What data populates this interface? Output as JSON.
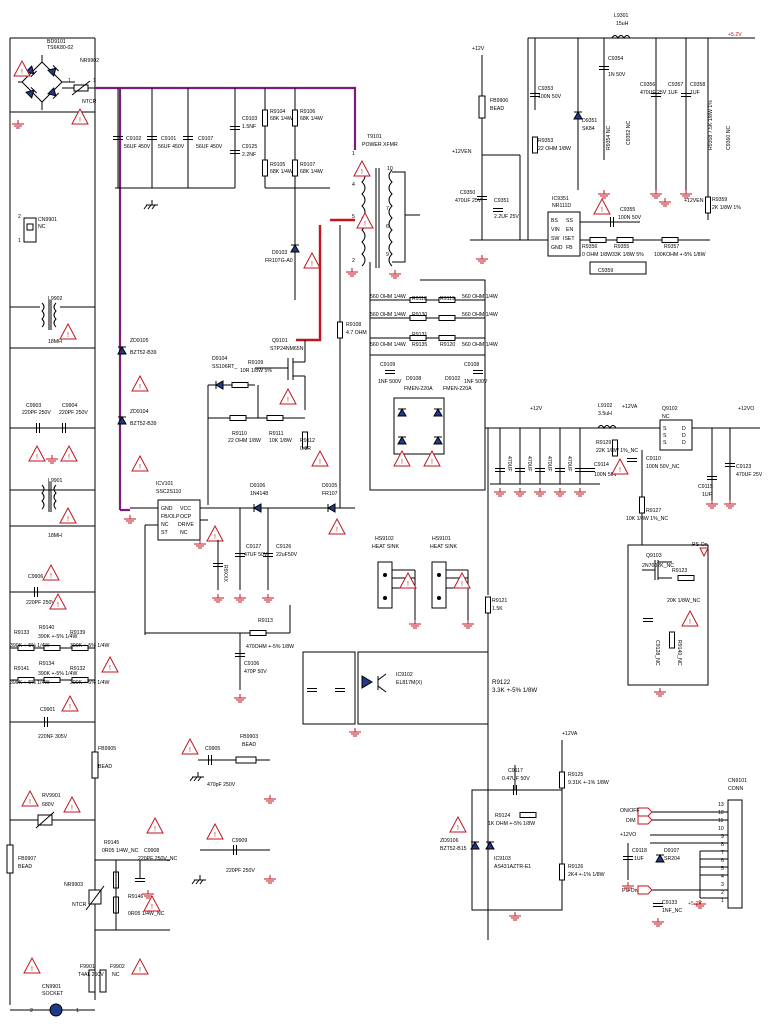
{
  "labels": {
    "bd9101": "BD9101",
    "bd9101_val": "TS6K80-02",
    "nr9902": "NR9902",
    "ntcr": "NTCR",
    "cn9901": "CN9901",
    "nc": "NC",
    "l9902": "L9902",
    "l9902_val": "18MH",
    "c9903": "C9903",
    "c9903_val": "220PF 250V",
    "c9904": "C9904",
    "c9904_val": "220PF 250V",
    "l9901": "L9901",
    "l9901_val": "18MH",
    "c9906": "C9906",
    "c9906_val": "220PF 250V",
    "r9133": "R9133",
    "r9133_val": "390K +-5% 1/4W",
    "r9140": "R9140",
    "r9140_val": "390K +-5% 1/4W",
    "r9139": "R9139",
    "r9139_val": "390K +-5% 1/4W",
    "r9141": "R9141",
    "r9141_val": "390K +-5% 1/4W",
    "r9134": "R9134",
    "r9134_val": "390K +-5% 1/4W",
    "r9132": "R9132",
    "r9132_val": "390K +-5% 1/4W",
    "c9901": "C9901",
    "c9901_val": "220NF 305V",
    "fb9905": "FB9905",
    "fb9905_val": "BEAD",
    "rv9901": "RV9901",
    "rv9901_val": "680V",
    "fb9907": "FB9907",
    "fb9907_val": "BEAD",
    "r9145": "R9145",
    "r9145_val": "0R05 1/4W_NC",
    "c9908": "C9908",
    "c9908_val": "220PF 250V_NC",
    "r9146": "R9146",
    "r9146_val": "0R05 1/4W_NC",
    "nr9903": "NR9903",
    "ntcr2": "NTCR",
    "f9901": "F9901",
    "f9901_val": "T4AL 250V",
    "f9902": "F9902",
    "f9902_val": "NC",
    "cn9901b": "CN9901",
    "cn9901b_val": "SOCKET",
    "c9102": "C9102",
    "c9102_val": "56UF 450V",
    "c9101": "C9101",
    "c9101_val": "56UF 450V",
    "c9107": "C9107",
    "c9107_val": "56UF 450V",
    "c9103": "C9103",
    "c9103_val": "1.5NF",
    "c9125": "C9125",
    "c9125_val": "2.2NF",
    "r9104": "R9104",
    "r9104_val": "68K 1/4W",
    "r9106": "R9106",
    "r9106_val": "68K 1/4W",
    "r9105": "R9105",
    "r9105_val": "68K 1/4W",
    "r9107": "R9107",
    "r9107_val": "68K 1/4W",
    "t9101": "T9101",
    "t9101_val": "POWER XFMR",
    "d9103": "D9103",
    "d9103_val": "FR107G-A0",
    "zd9105": "ZD9105",
    "zd9105_val": "BZT52-B39",
    "zd9104": "ZD9104",
    "zd9104_val": "BZT52-B39",
    "r9108": "R9108",
    "r9108_val": "4.7 OHM",
    "q9101": "Q9101",
    "q9101_val": "STP24NM65N",
    "d9104": "D9104",
    "d9104_val": "SS106RT_",
    "r9109": "R9109",
    "r9109_val": "10R 1/8W 5%",
    "r9110": "R9110",
    "r9110_val": "22 OHM 1/8W",
    "r9111": "R9111",
    "r9111_val": "10K 1/8W",
    "r9112": "R9112",
    "r9112_val": "0.3R",
    "icv101": "ICV101",
    "icv101_val": "SSC2S110",
    "ic_pins": [
      "GND",
      "FB/OLP",
      "NC",
      "ST",
      "VCC",
      "OCP",
      "DRIVE",
      "NC"
    ],
    "d9106": "D9106",
    "d9106_val": "1N4148",
    "d9105": "D9105",
    "d9105_val": "FR107",
    "c9127": "C9127",
    "c9127_val": "47UF 50V",
    "c9126": "C9126",
    "c9126_val": "22uF50V",
    "r9113": "R9113",
    "r9113_val": "470OHM +-5% 1/8W",
    "c9106": "C9106",
    "c9106_val": "470P 50V",
    "hs9102": "HS9102",
    "hs9101": "HS9101",
    "heat_sink": "HEAT SINK",
    "ic9102": "IC9102",
    "ic9102_val": "EL817M(X)",
    "r9122": "R9122",
    "r9122_val": "3.3K +-5% 1/8W",
    "r9121": "R9121",
    "r9121_val": "1.5K",
    "r_560": [
      "R9118",
      "R9130",
      "R9131",
      "R9119",
      "R9135",
      "R9120"
    ],
    "r_560_val": "560 OHM 1/4W",
    "c9109": "C9109",
    "c9109_val": "1NF 500V",
    "c9108": "C9108",
    "c9108_val": "1NF 500V",
    "d9108": "D9108",
    "d9108_val": "FMEN-220A",
    "d9102": "D9102",
    "d9102_val": "FMEN-220A",
    "l9102": "L9102",
    "l9102_val": "3.5uH",
    "r9129": "R9129",
    "r9129_val": "22K 1/8W 1%_NC",
    "c9114": "C9114",
    "c9114_val": "100N 50V",
    "c9110": "C9110",
    "c9110_val": "100N 50V_NC",
    "q9102": "Q9102",
    "q9102_val": "NC",
    "c9115": "C9115",
    "c9115_val": "1UF",
    "c9123": "C9123",
    "c9123_val": "470UF 25V",
    "r9127": "R9127",
    "r9127_val": "10K 1/8W 1%_NC",
    "q9103": "Q9103",
    "q9103_val": "2N7002K_NC",
    "r9123": "R9123",
    "r9123_val": "20K 1/8W_NC",
    "ps_on": "PS-On",
    "r9125": "R9125",
    "r9125_val": "9.31K +-1% 1/8W",
    "r9124": "R9124",
    "r9124_val": "1K OHM +-5% 1/8W",
    "r9126": "R9126",
    "r9126_val": "2K4 +-1% 1/8W",
    "c9117": "C9117",
    "c9117_val": "0.47UF 50V",
    "zd9106": "ZD9106",
    "zd9106_val": "BZT52-B15",
    "ic9103": "IC9103",
    "ic9103_val": "AS431AZTR-E1",
    "c9905": "C9905",
    "c9905_val": "470pF 250V",
    "fb9903": "FB9903",
    "fb9903_val": "BEAD",
    "c9909": "C9909",
    "c9909_val": "220PF 250V",
    "l9301": "L9301",
    "l9301_val": "15uH",
    "c9353": "C9353",
    "c9353_val": "100N 50V",
    "c9354": "C9354",
    "c9354_val": "1N 50V",
    "c9356": "C9356",
    "c9356_val": "470UF 25V",
    "c9357": "C9357",
    "c9357_val": "1UF",
    "c9358": "C9358",
    "c9358_val": "1UF",
    "r9353": "R9353",
    "r9353_val": "22 OHM 1/8W",
    "d9351": "D9351",
    "d9351_val": "SK84",
    "fb9906": "FB9906",
    "fb9906_val": "BEAD",
    "c9350": "C9350",
    "c9350_val": "470UF 25V",
    "c9351": "C9351",
    "c9351_val": "2.2UF 25V",
    "ic9351": "IC9351",
    "ic9351_val": "NR111D",
    "ic9351_pins": [
      "BS",
      "VIN",
      "SW",
      "GND",
      "SS",
      "EN",
      "ISET",
      "FB"
    ],
    "c9355": "C9355",
    "c9355_val": "100N 50V",
    "r9356": "R9356",
    "r9356_val": "0 OHM 1/8W",
    "r9355": "R9355",
    "r9355_val": "33K 1/8W 5%",
    "r9357": "R9357",
    "r9357_val": "100KOHM +-5% 1/8W",
    "c9359": "C9359",
    "c9359_val": "C9359_NC",
    "r9359": "R9359",
    "r9359_val": "2K 1/8W 1%",
    "cn9101": "CN9101",
    "cn9101_val": "CONN",
    "cn_pins": [
      "13",
      "12",
      "11",
      "10",
      "9",
      "8",
      "7",
      "6",
      "5",
      "4",
      "3",
      "2",
      "1"
    ],
    "on_off": "ON/OFF",
    "dim": "DIM",
    "v12vo_left": "+12VO",
    "c9118": "C9118",
    "c9118_val": "1UF",
    "d9107": "D9107",
    "d9107_val": "SR204",
    "c9133": "C9133",
    "c9133_val": "1NF_NC",
    "ps_on2": "PS-On",
    "v5": "+5.2V",
    "v12": "+12V",
    "v12_b": "+12V",
    "v12ven": "+12VEN",
    "v12ven_b": "+12VEN",
    "v12va": "+12VA",
    "v12va_b": "+12VA",
    "v12vo": "+12VO",
    "v5_top": "+5.2V",
    "warn_mark": "!"
  }
}
